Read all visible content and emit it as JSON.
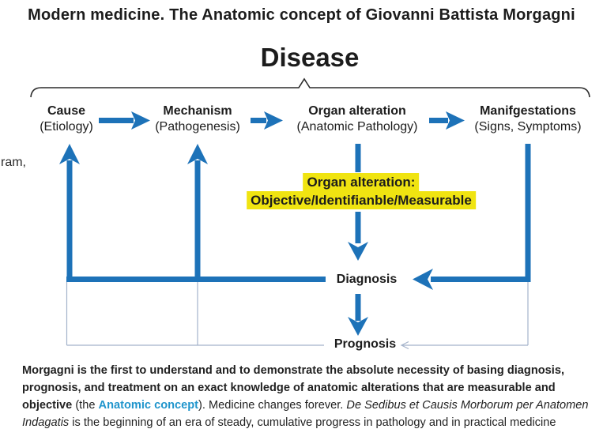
{
  "slide": {
    "title": "Modern medicine. The Anatomic concept of Giovanni Battista Morgagni",
    "heading": "Disease",
    "left_edge_fragment": "ram,",
    "columns": [
      {
        "label": "Cause",
        "sublabel": "(Etiology)"
      },
      {
        "label": "Mechanism",
        "sublabel": "(Pathogenesis)"
      },
      {
        "label": "Organ alteration",
        "sublabel": "(Anatomic Pathology)"
      },
      {
        "label": "Manifgestations",
        "sublabel": "(Signs, Symptoms)"
      }
    ],
    "highlight": {
      "line1": "Organ alteration:",
      "line2": "Objective/Identifianble/Measurable"
    },
    "diagnosis_label": "Diagnosis",
    "prognosis_label": "Prognosis",
    "footer": {
      "bold_text": "Morgagni is the first to understand and to demonstrate the absolute necessity of basing diagnosis, prognosis, and treatment on an exact knowledge of anatomic alterations that are measurable and objective",
      "regular_1": " (the ",
      "accent_text": "Anatomic concept",
      "regular_2": "). Medicine changes forever. ",
      "italic_text": "De Sedibus et Causis Morborum per Anatomen Indagatis",
      "regular_3": " is the beginning of an era of steady, cumulative progress in pathology and in practical medicine"
    },
    "colors": {
      "arrow_blue": "#1d72b8",
      "thin_line": "#a3b2ca",
      "highlight_yellow": "#f0e411",
      "accent_text_blue": "#2095cc",
      "brace_black": "#2b2b2b"
    }
  }
}
